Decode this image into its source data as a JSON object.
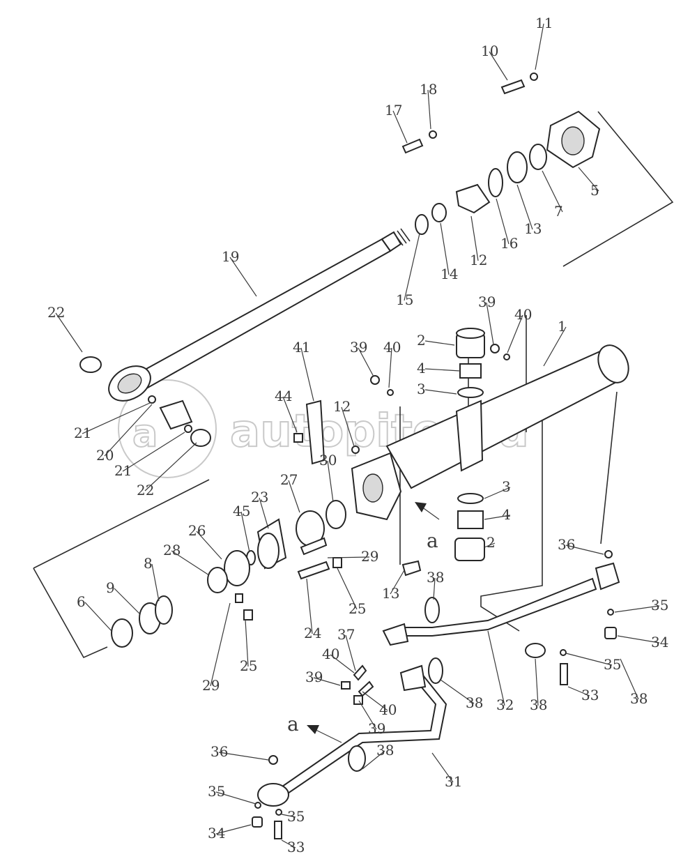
{
  "watermark": "autopiter.ru",
  "view_markers": [
    "a",
    "a"
  ],
  "labels": [
    "1",
    "2",
    "2",
    "3",
    "3",
    "4",
    "4",
    "5",
    "6",
    "7",
    "8",
    "9",
    "10",
    "11",
    "12",
    "12",
    "13",
    "13",
    "14",
    "15",
    "16",
    "17",
    "18",
    "19",
    "20",
    "21",
    "21",
    "22",
    "22",
    "23",
    "24",
    "25",
    "25",
    "26",
    "27",
    "28",
    "29",
    "29",
    "30",
    "31",
    "32",
    "33",
    "33",
    "34",
    "34",
    "35",
    "35",
    "35",
    "35",
    "36",
    "36",
    "37",
    "38",
    "38",
    "38",
    "38",
    "38",
    "39",
    "39",
    "39",
    "39",
    "40",
    "40",
    "40",
    "40",
    "41",
    "44",
    "45"
  ],
  "colors": {
    "line": "#2e2e2e",
    "text": "#3a3a3a",
    "watermark": "#c9c9c9",
    "background": "#ffffff"
  }
}
